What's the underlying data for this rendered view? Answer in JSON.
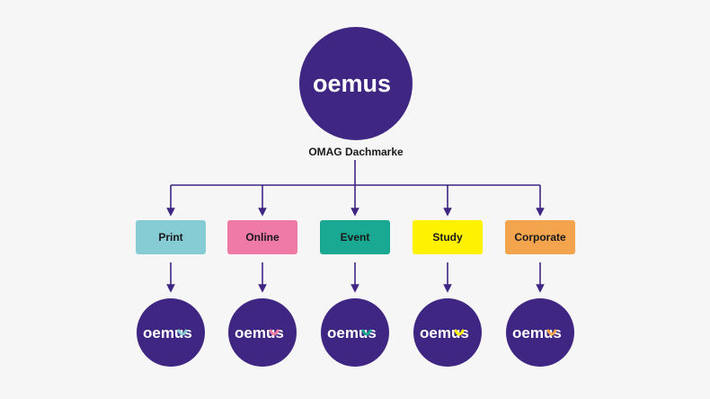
{
  "root": {
    "logo_text": "oemus",
    "label": "OMAG Dachmarke"
  },
  "colors": {
    "brand": "#3f2683",
    "line": "#3f2683"
  },
  "children": [
    {
      "label": "Print",
      "color": "#86ccd4",
      "logo_accent": "#86ccd4",
      "logo_text": "oemus"
    },
    {
      "label": "Online",
      "color": "#ef7aa6",
      "logo_accent": "#ef7aa6",
      "logo_text": "oemus"
    },
    {
      "label": "Event",
      "color": "#19a992",
      "logo_accent": "#19a992",
      "logo_text": "oemus"
    },
    {
      "label": "Study",
      "color": "#fff200",
      "logo_accent": "#fff200",
      "logo_text": "oemus"
    },
    {
      "label": "Corporate",
      "color": "#f4a44c",
      "logo_accent": "#f4a44c",
      "logo_text": "oemus"
    }
  ]
}
